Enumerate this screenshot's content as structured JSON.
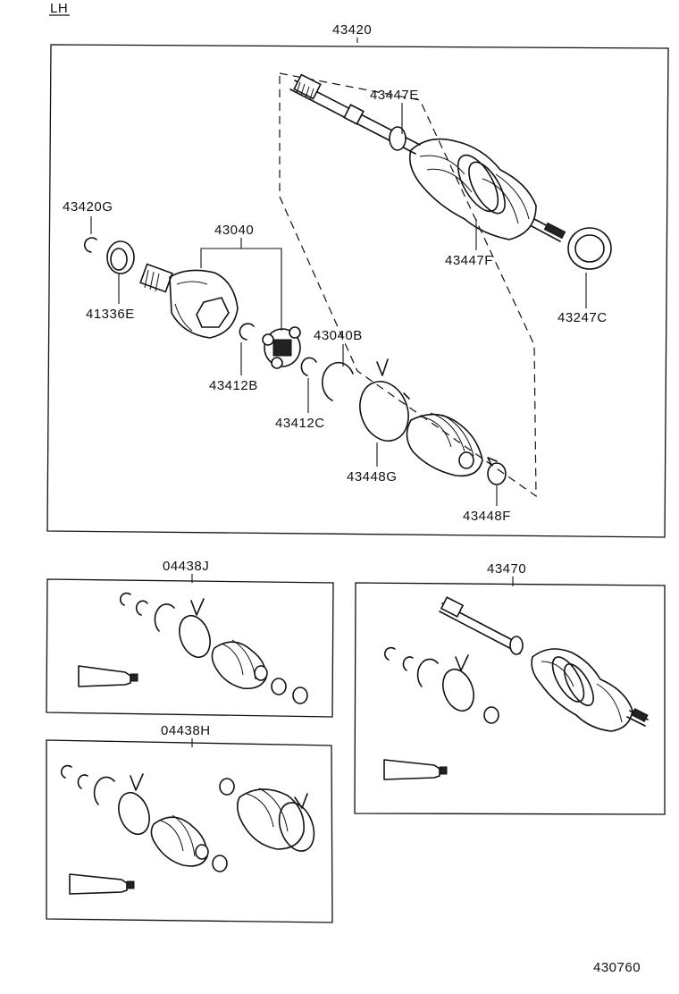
{
  "header": {
    "side_label": "LH",
    "diagram_number": "430760"
  },
  "assemblies": {
    "main": "43420",
    "kit_j": "04438J",
    "kit_h": "04438H",
    "shaft_kit": "43470"
  },
  "parts": {
    "p43447E": "43447E",
    "p43447F": "43447F",
    "p43247C": "43247C",
    "p43420G": "43420G",
    "p41336E": "41336E",
    "p43040": "43040",
    "p43040B": "43040B",
    "p43412B": "43412B",
    "p43412C": "43412C",
    "p43448G": "43448G",
    "p43448F": "43448F"
  }
}
